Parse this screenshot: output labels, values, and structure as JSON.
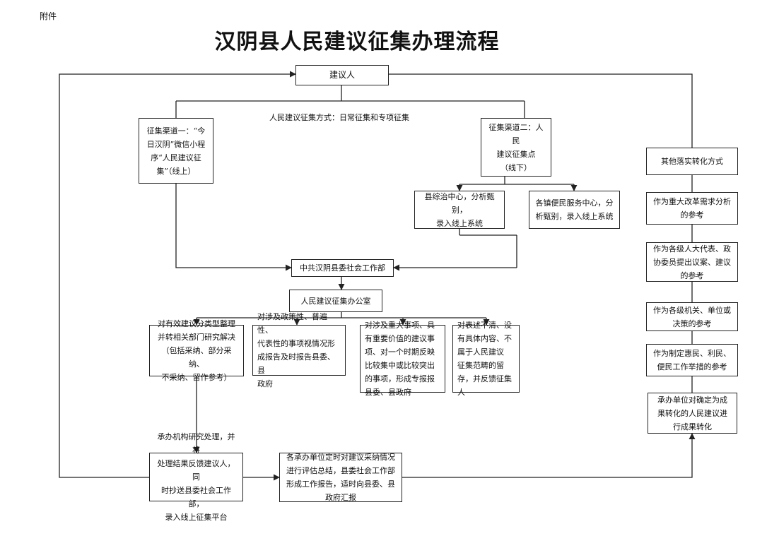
{
  "attachment_label": "附件",
  "title": "汉阴县人民建议征集办理流程",
  "nodes": {
    "proposer": "建议人",
    "collect_method": "人民建议征集方式：日常征集和专项征集",
    "channel_one": "征集渠道一：“今\n日汉阴”微信小程\n序“人民建议征\n集”（线上）",
    "channel_two": "征集渠道二：人民\n建议征集点\n（线下）",
    "county_center": "县综治中心，分析甄别，\n录入线上系统",
    "town_center": "各镇便民服务中心，分\n析甄别，录入线上系统",
    "social_work_dept": "中共汉阴县委社会工作部",
    "collect_office": "人民建议征集办公室",
    "branch_1": "对有效建议分类型整理\n并转相关部门研究解决\n（包括采纳、部分采纳、\n不采纳、留作参考）",
    "branch_2": "对涉及政策性、普遍性、\n代表性的事项视情况形\n成报告及时报告县委、县\n政府",
    "branch_3": "对涉及重大事项、具\n有重要价值的建议事\n项、对一个时期反映\n比较集中或比较突出\n的事项，形成专报报\n县委、县政府",
    "branch_4": "对表述不清、没\n有具体内容、不\n属于人民建议\n征集范畴的留\n存，并反馈征集\n人",
    "handling": "承办机构研究处理，并将\n处理结果反馈建议人，同\n时抄送县委社会工作部，\n录入线上征集平台",
    "summary": "各承办单位定时对建议采纳情况\n进行评估总结，县委社会工作部\n形成工作报告，适时向县委、县\n政府汇报",
    "other_methods": "其他落实转化方式",
    "use_1": "作为重大改革需求分析\n的参考",
    "use_2": "作为各级人大代表、政\n协委员提出议案、建议\n的参考",
    "use_3": "作为各级机关、单位或\n决策的参考",
    "use_4": "作为制定惠民、利民、\n便民工作举措的参考",
    "results": "承办单位对确定为成\n果转化的人民建议进\n行成果转化"
  }
}
